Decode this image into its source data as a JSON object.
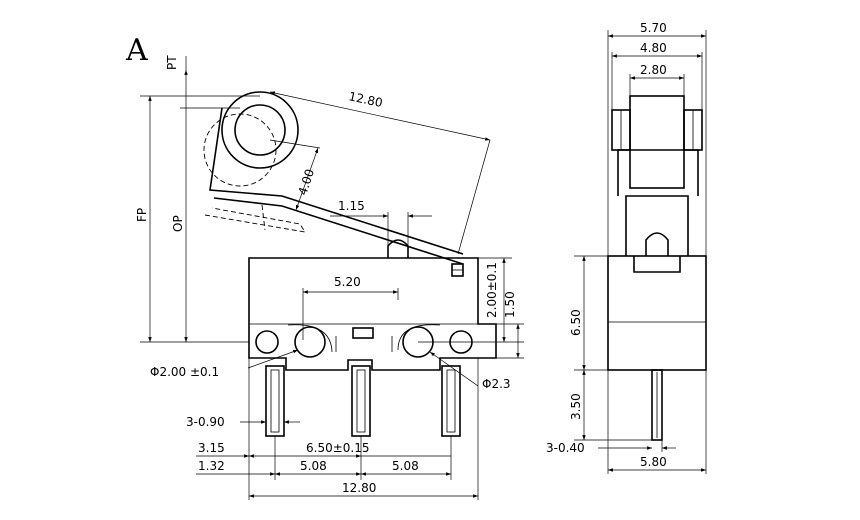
{
  "view_label": "A",
  "labels": {
    "pt": "PT",
    "fp": "FP",
    "op": "OP"
  },
  "dimensions": {
    "lever_length": "12.80",
    "lever_offset": "4.00",
    "actuator_width": "1.15",
    "hole_distance": "5.20",
    "hole_height": "2.00±0.1",
    "body_step": "1.50",
    "hole_dia": "Φ2.00 ±0.1",
    "pin_hole": "Φ2.3",
    "pin_width": "3-0.90",
    "pin_offset_a": "3.15",
    "pin_pitch_tol": "6.50±0.15",
    "pin_offset_b": "1.32",
    "pitch_left": "5.08",
    "pitch_right": "5.08",
    "total_length": "12.80",
    "side_width_outer": "5.70",
    "side_width_mid": "4.80",
    "side_width_inner": "2.80",
    "side_body_height": "6.50",
    "side_pin_length": "3.50",
    "side_pin_thickness": "3-0.40",
    "side_body_width": "5.80"
  }
}
